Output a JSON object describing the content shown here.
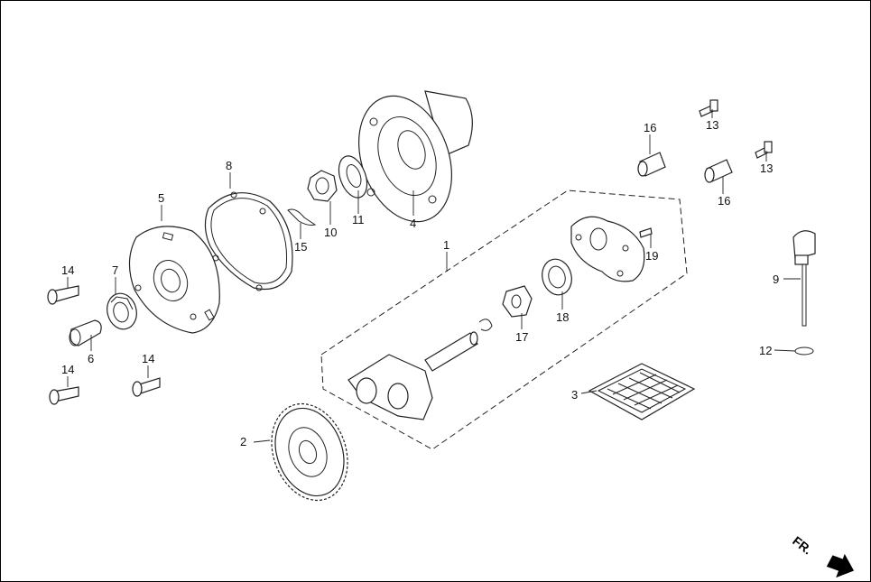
{
  "labels": {
    "l1": "1",
    "l2": "2",
    "l3": "3",
    "l4": "4",
    "l5": "5",
    "l6": "6",
    "l7": "7",
    "l8": "8",
    "l9": "9",
    "l10": "10",
    "l11": "11",
    "l12": "12",
    "l13a": "13",
    "l13b": "13",
    "l14a": "14",
    "l14b": "14",
    "l14c": "14",
    "l15": "15",
    "l16a": "16",
    "l16b": "16",
    "l17": "17",
    "l18": "18",
    "l19": "19"
  },
  "direction": {
    "text": "FR."
  }
}
